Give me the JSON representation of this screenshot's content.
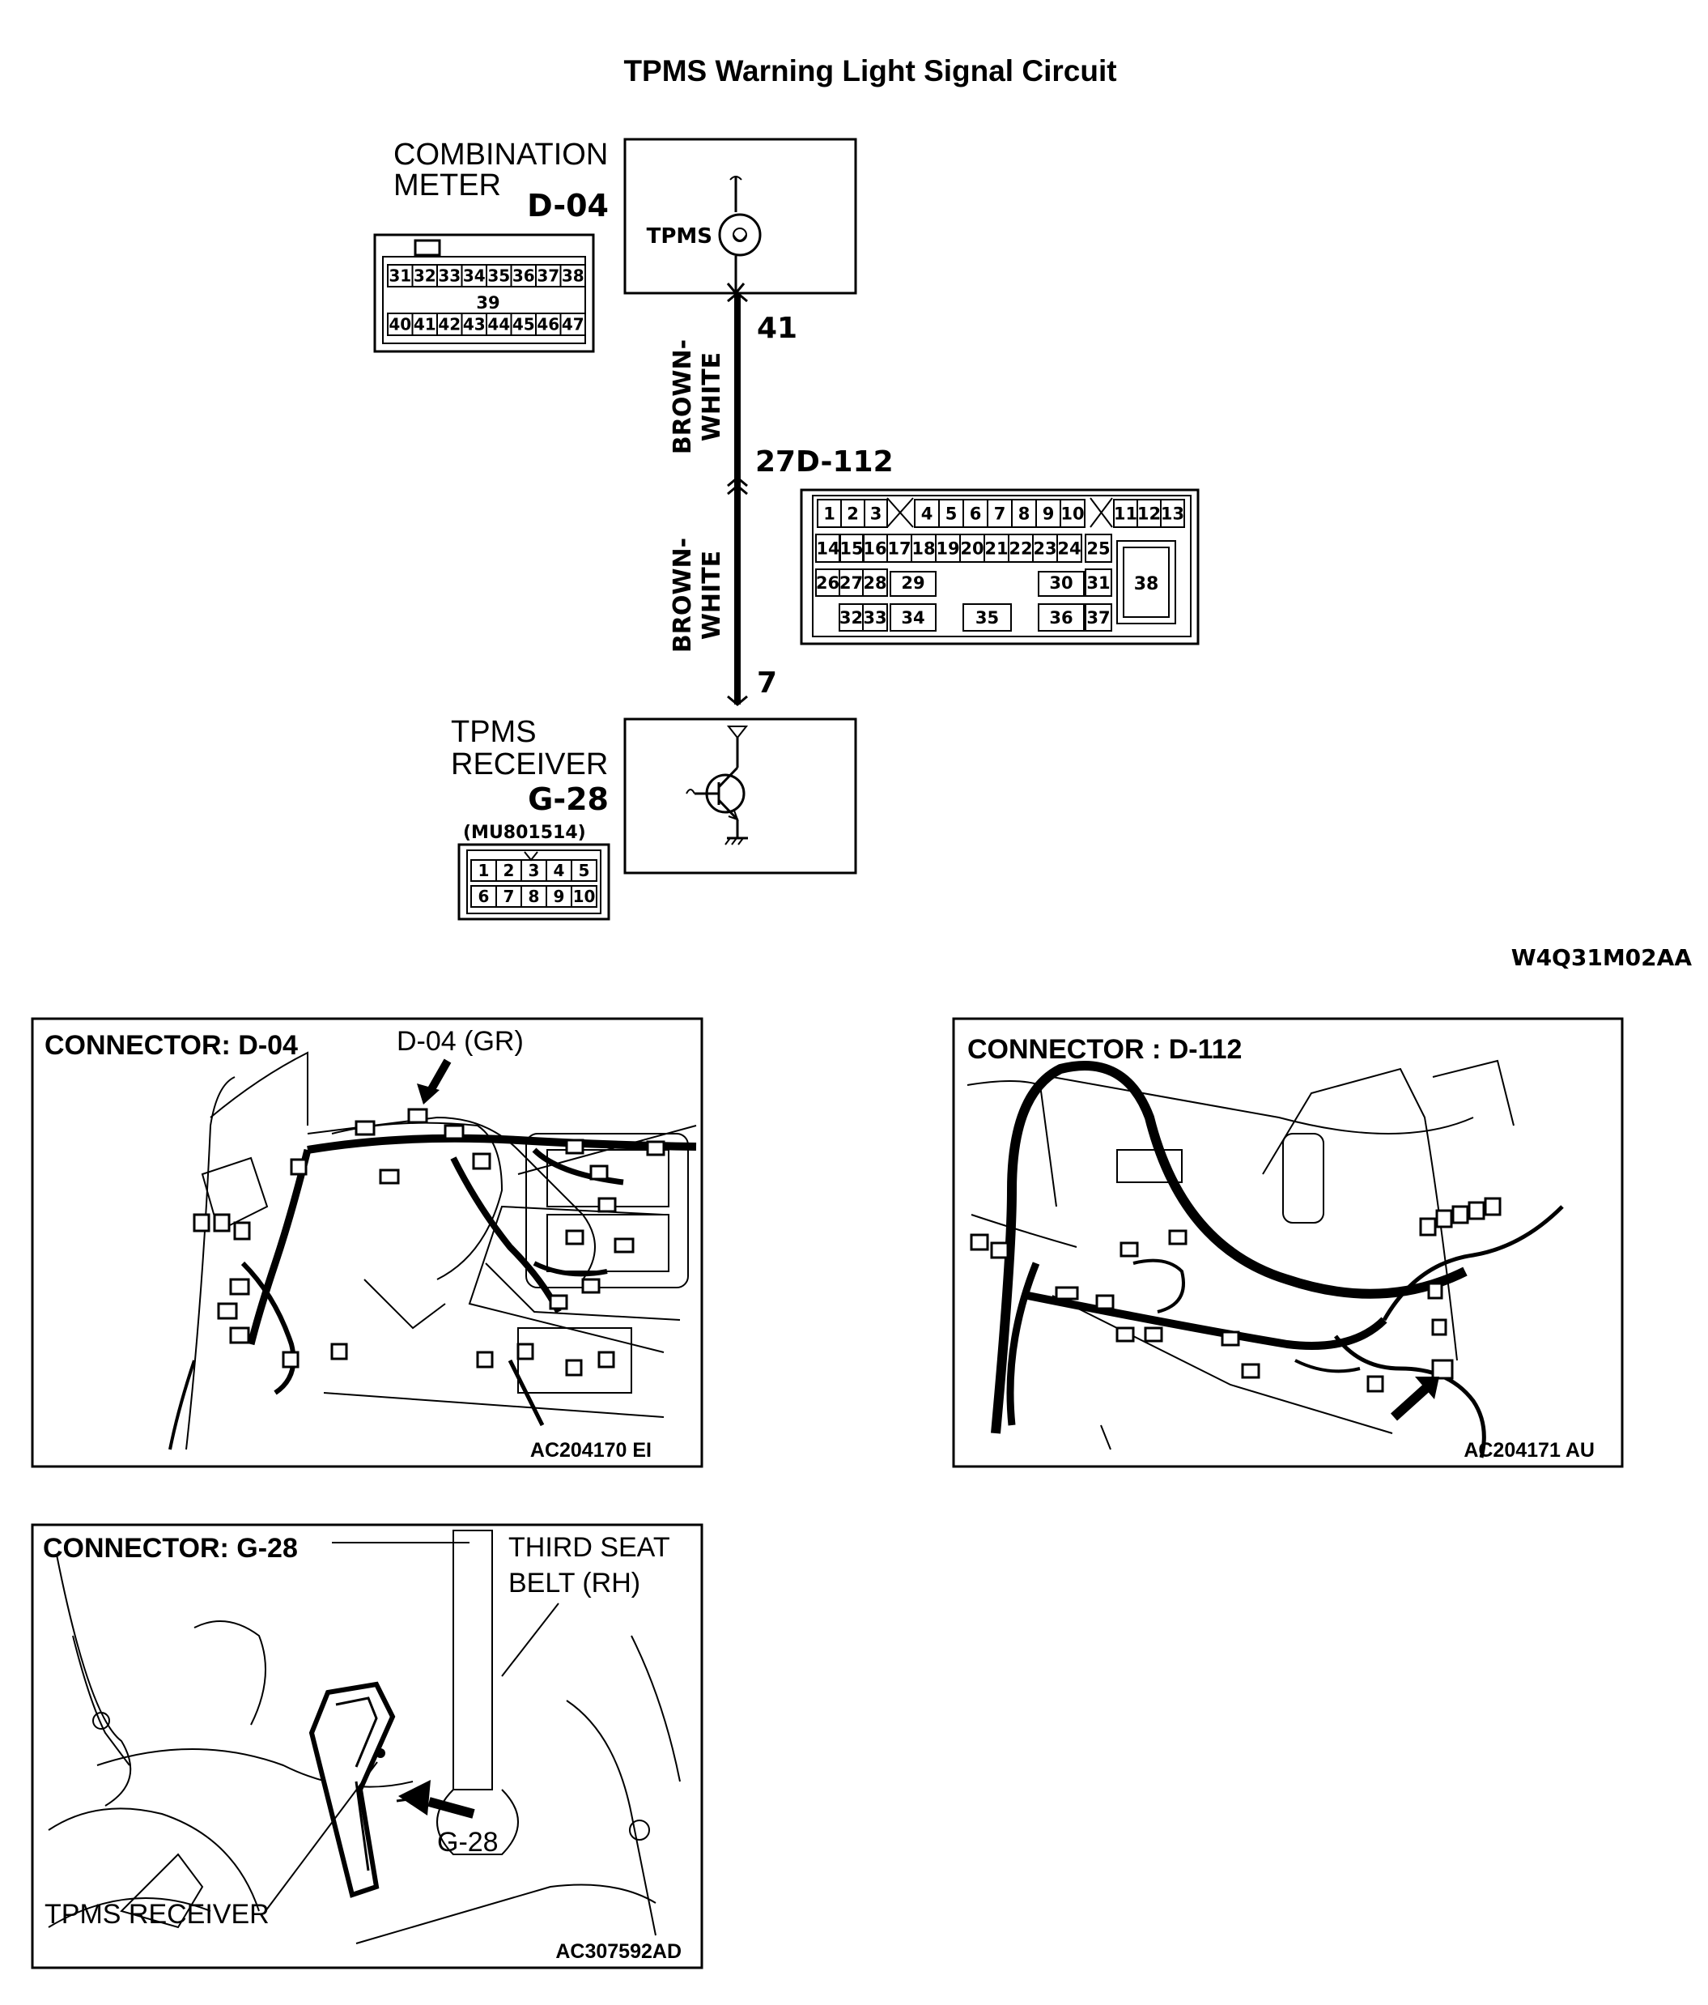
{
  "title": "TPMS Warning Light Signal Circuit",
  "figure_code": "W4Q31M02AA",
  "combination_meter": {
    "name_line1": "COMBINATION",
    "name_line2": "METER",
    "connector_id": "D-04",
    "lamp_label": "TPMS",
    "pins_top": [
      "31",
      "32",
      "33",
      "34",
      "35",
      "36",
      "37",
      "38"
    ],
    "pin_middle": "39",
    "pins_bottom": [
      "40",
      "41",
      "42",
      "43",
      "44",
      "45",
      "46",
      "47"
    ]
  },
  "wire": {
    "pin_meter": "41",
    "color_line1": "BROWN-",
    "color_line2": "WHITE",
    "pin_junction": "27",
    "junction_id": "D-112",
    "pin_receiver": "7"
  },
  "junction_connector": {
    "row1": [
      "1",
      "2",
      "3",
      "4",
      "5",
      "6",
      "7",
      "8",
      "9",
      "10",
      "11",
      "12",
      "13"
    ],
    "row2": [
      "14",
      "15",
      "16",
      "17",
      "18",
      "19",
      "20",
      "21",
      "22",
      "23",
      "24",
      "25"
    ],
    "row3": [
      "26",
      "27",
      "28",
      "29",
      "30",
      "31"
    ],
    "row4": [
      "32",
      "33",
      "34",
      "35",
      "36",
      "37"
    ],
    "big_pin": "38"
  },
  "tpms_receiver": {
    "name_line1": "TPMS",
    "name_line2": "RECEIVER",
    "connector_id": "G-28",
    "part_number": "(MU801514)",
    "pins_top": [
      "1",
      "2",
      "3",
      "4",
      "5"
    ],
    "pins_bottom": [
      "6",
      "7",
      "8",
      "9",
      "10"
    ]
  },
  "panel_d04": {
    "title": "CONNECTOR: D-04",
    "callout": "D-04 (GR)",
    "code": "AC204170 EI"
  },
  "panel_d112": {
    "title": "CONNECTOR : D-112",
    "code": "AC204171 AU"
  },
  "panel_g28": {
    "title": "CONNECTOR: G-28",
    "callout_seat_line1": "THIRD SEAT",
    "callout_seat_line2": "BELT (RH)",
    "callout_connector": "G-28",
    "callout_receiver": "TPMS RECEIVER",
    "code": "AC307592AD"
  }
}
